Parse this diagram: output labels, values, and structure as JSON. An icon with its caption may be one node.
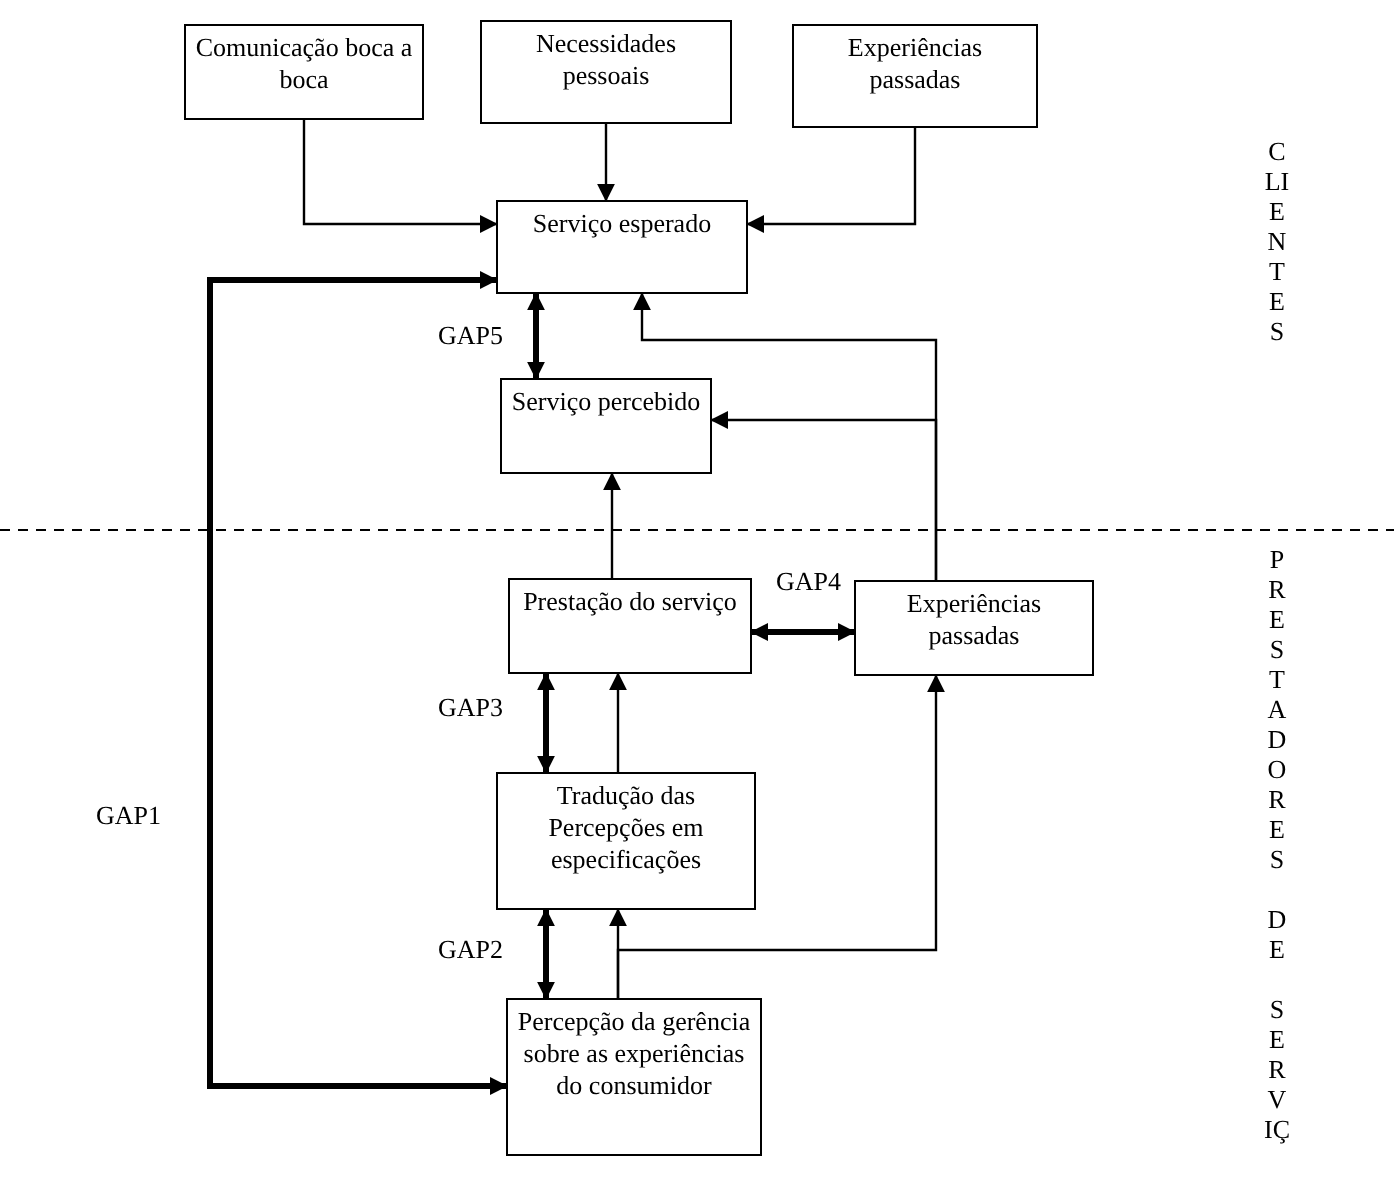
{
  "diagram": {
    "nodes": [
      {
        "text": [
          "Comunicação boca a boca"
        ]
      },
      {
        "text": [
          "Necessidades pessoais"
        ]
      },
      {
        "text": [
          "Experiências passadas"
        ]
      },
      {
        "text": [
          "Serviço esperado"
        ]
      },
      {
        "text": [
          "Serviço percebido"
        ]
      },
      {
        "text": [
          "Prestação do serviço"
        ]
      },
      {
        "text": [
          "Experiências passadas"
        ]
      },
      {
        "text": [
          "Tradução das Percepções em especificações"
        ]
      },
      {
        "text": [
          "Percepção da gerência sobre as experiências do consumidor"
        ]
      }
    ],
    "edges": [
      {
        "from": 0,
        "to": 3,
        "arrow": "to"
      },
      {
        "from": 1,
        "to": 3,
        "arrow": "to"
      },
      {
        "from": 2,
        "to": 3,
        "arrow": "to"
      },
      {
        "from": 3,
        "to": 4,
        "arrow": "both",
        "label": "GAP5",
        "style": "thick"
      },
      {
        "from": 5,
        "to": 4,
        "arrow": "to"
      },
      {
        "from": 6,
        "to": 3,
        "arrow": "to"
      },
      {
        "from": 6,
        "to": 4,
        "arrow": "to"
      },
      {
        "from": 5,
        "to": 6,
        "arrow": "both",
        "label": "GAP4",
        "style": "thick"
      },
      {
        "from": 7,
        "to": 5,
        "arrow": "to"
      },
      {
        "from": 5,
        "to": 7,
        "arrow": "both",
        "label": "GAP3",
        "style": "thick"
      },
      {
        "from": 8,
        "to": 7,
        "arrow": "to"
      },
      {
        "from": 8,
        "to": 6,
        "arrow": "to"
      },
      {
        "from": 7,
        "to": 8,
        "arrow": "both",
        "label": "GAP2",
        "style": "thick"
      },
      {
        "from": 3,
        "to": 8,
        "arrow": "both",
        "label": "GAP1",
        "style": "thick"
      }
    ],
    "labels": [
      "CLIENTES",
      "PRESTADORES",
      "DE",
      "SERVIÇ"
    ]
  }
}
